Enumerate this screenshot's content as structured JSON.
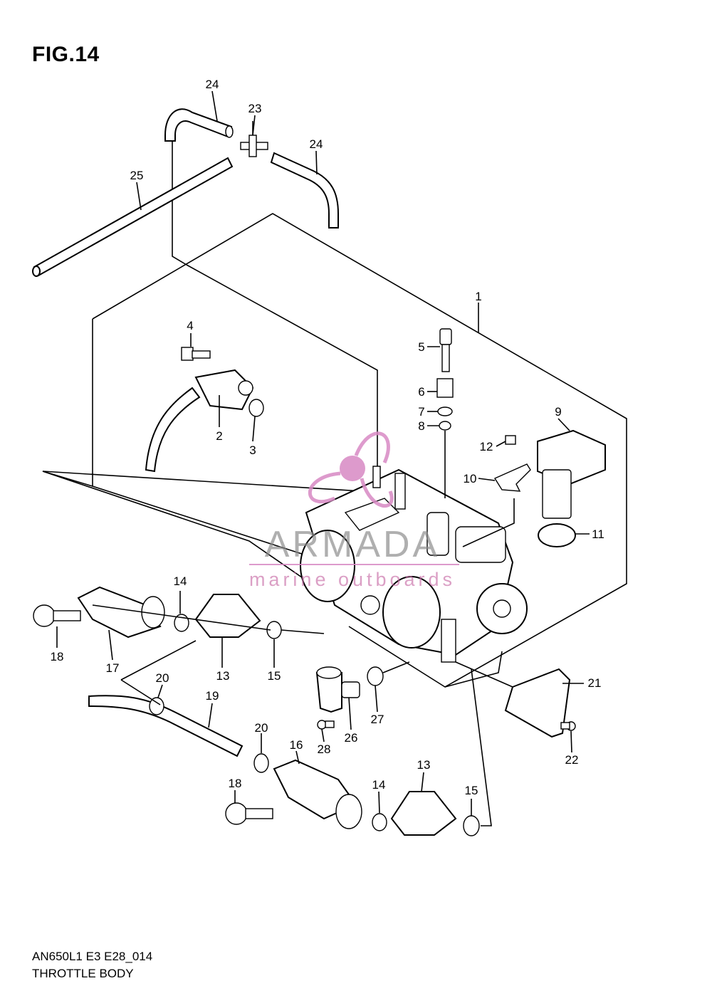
{
  "figure": {
    "title": "FIG.14",
    "model_code": "AN650L1 E3 E28_014",
    "section": "THROTTLE BODY"
  },
  "watermark": {
    "brand": "ARMADA",
    "tagline": "marine outboards",
    "accent_color": "#d889c4"
  },
  "callouts": {
    "c1": "1",
    "c2": "2",
    "c3": "3",
    "c4": "4",
    "c5": "5",
    "c6": "6",
    "c7": "7",
    "c8": "8",
    "c9": "9",
    "c10": "10",
    "c11": "11",
    "c12": "12",
    "c13a": "13",
    "c13b": "13",
    "c14a": "14",
    "c14b": "14",
    "c15a": "15",
    "c15b": "15",
    "c16": "16",
    "c17": "17",
    "c18a": "18",
    "c18b": "18",
    "c19": "19",
    "c20a": "20",
    "c20b": "20",
    "c21": "21",
    "c22": "22",
    "c23": "23",
    "c24a": "24",
    "c24b": "24",
    "c25": "25",
    "c26": "26",
    "c27": "27",
    "c28": "28"
  }
}
